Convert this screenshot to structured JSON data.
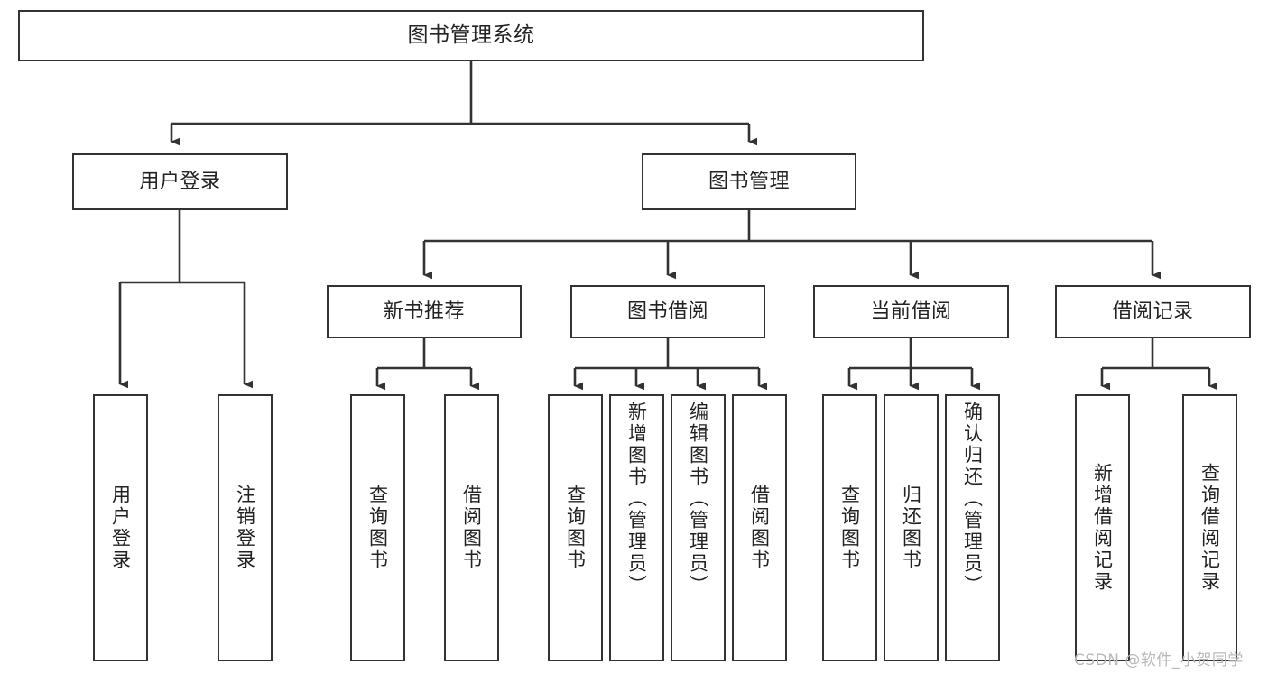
{
  "diagram": {
    "type": "tree",
    "title": "图书管理系统",
    "orientation": "top-down",
    "colors": {
      "box_border": "#333333",
      "box_fill": "#ffffff",
      "connector": "#333333",
      "text": "#222222",
      "watermark": "#b9b9b9",
      "background": "#ffffff"
    },
    "root": {
      "label": "图书管理系统",
      "orientation": "horizontal"
    },
    "level2": [
      {
        "label": "用户登录",
        "orientation": "horizontal"
      },
      {
        "label": "图书管理",
        "orientation": "horizontal"
      }
    ],
    "level3": [
      {
        "label": "新书推荐",
        "orientation": "horizontal"
      },
      {
        "label": "图书借阅",
        "orientation": "horizontal"
      },
      {
        "label": "当前借阅",
        "orientation": "horizontal"
      },
      {
        "label": "借阅记录",
        "orientation": "horizontal"
      }
    ],
    "leaves": {
      "user_login": [
        {
          "label": "用户登录",
          "orientation": "vertical"
        },
        {
          "label": "注销登录",
          "orientation": "vertical"
        }
      ],
      "new_book_recommend": [
        {
          "label": "查询图书",
          "orientation": "vertical"
        },
        {
          "label": "借阅图书",
          "orientation": "vertical"
        }
      ],
      "book_borrow": [
        {
          "label": "查询图书",
          "orientation": "vertical"
        },
        {
          "label": "新增图书（管理员）",
          "orientation": "vertical"
        },
        {
          "label": "编辑图书（管理员）",
          "orientation": "vertical"
        },
        {
          "label": "借阅图书",
          "orientation": "vertical"
        }
      ],
      "current_borrow": [
        {
          "label": "查询图书",
          "orientation": "vertical"
        },
        {
          "label": "归还图书",
          "orientation": "vertical"
        },
        {
          "label": "确认归还（管理员）",
          "orientation": "vertical"
        }
      ],
      "borrow_record": [
        {
          "label": "新增借阅记录",
          "orientation": "vertical"
        },
        {
          "label": "查询借阅记录",
          "orientation": "vertical"
        }
      ]
    }
  },
  "watermark": {
    "text": "CSDN @软件_小贺同学"
  }
}
